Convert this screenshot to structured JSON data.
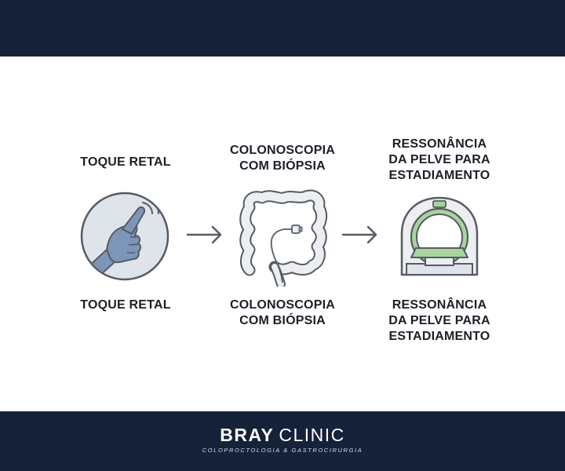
{
  "steps": [
    {
      "top_label": [
        "TOQUE RETAL"
      ],
      "bottom_label": [
        "TOQUE RETAL"
      ],
      "icon": "gloved-hand-finger-icon"
    },
    {
      "top_label": [
        "COLONOSCOPIA",
        "COM BIÓPSIA"
      ],
      "bottom_label": [
        "COLONOSCOPIA",
        "COM BIÓPSIA"
      ],
      "icon": "colon-endoscope-icon"
    },
    {
      "top_label": [
        "RESSONÂNCIA",
        "DA PELVE PARA",
        "ESTADIAMENTO"
      ],
      "bottom_label": [
        "RESSONÂNCIA",
        "DA PELVE PARA",
        "ESTADIAMENTO"
      ],
      "icon": "mri-scanner-icon"
    }
  ],
  "connectors": [
    "arrow-right-icon",
    "arrow-right-icon"
  ],
  "footer": {
    "brand_bold": "BRAY",
    "brand_light": "CLINIC",
    "tagline": "COLOPROCTOLOGIA & GASTROCIRURGIA"
  },
  "colors": {
    "bar": "#16213a",
    "text": "#1b1f27",
    "icon_stroke": "#565b64",
    "glove": "#7d95b8",
    "circle_fill": "#dfe3ea",
    "colon_fill": "#eceef1",
    "mri_accent": "#a9d49c"
  }
}
